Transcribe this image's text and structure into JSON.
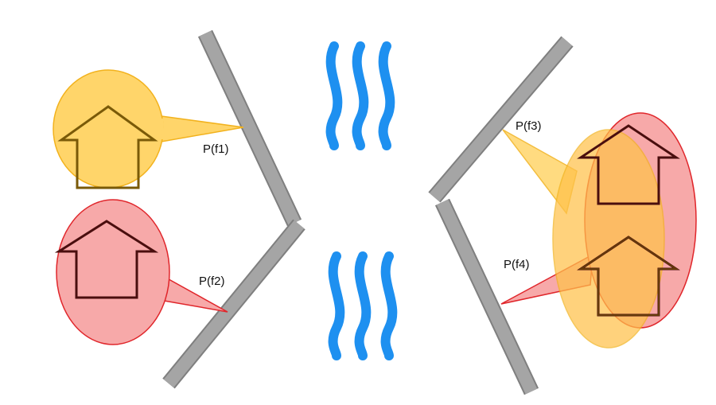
{
  "labels": {
    "f1": "P(f1)",
    "f2": "P(f2)",
    "f3": "P(f3)",
    "f4": "P(f4)"
  },
  "colors": {
    "surface": "#9a9a9a",
    "surface_dark": "#7f7f7f",
    "yellow_fill": "#ffd56a",
    "yellow_stroke": "#f2b21d",
    "red_fill": "#f7a9a9",
    "red_stroke": "#e0262b",
    "house_yellow": "#7a5a08",
    "house_red": "#4a0e0e",
    "wave": "#1e90f0"
  },
  "icons": [
    "house-icon",
    "wave-icon",
    "reflector-surface"
  ]
}
